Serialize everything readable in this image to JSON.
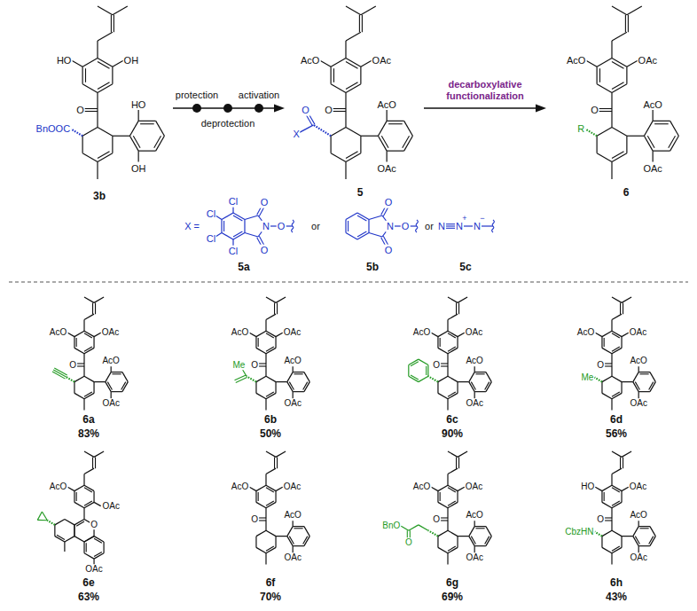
{
  "diagram": {
    "labels": [
      "HO",
      "OH",
      "O",
      "HO",
      "OH",
      "BnOOC",
      "3b",
      "protection",
      "activation",
      "deprotection",
      "AcO",
      "OAc",
      "O",
      "AcO",
      "OAc",
      "O",
      "X",
      "5",
      "decarboxylative functionalization",
      "AcO",
      "OAc",
      "O",
      "AcO",
      "OAc",
      "R",
      "6",
      "X =",
      "Cl",
      "Cl",
      "Cl",
      "Cl",
      "O",
      "O",
      "N",
      "O",
      "5a",
      "or",
      "O",
      "O",
      "N",
      "O",
      "5b",
      "or",
      "N",
      "N",
      "N",
      "+",
      "−",
      "5c",
      "AcO",
      "OAc",
      "O",
      "AcO",
      "OAc",
      "6a",
      "83%",
      "AcO",
      "OAc",
      "O",
      "AcO",
      "OAc",
      "Me",
      "6b",
      "50%",
      "AcO",
      "OAc",
      "O",
      "AcO",
      "OAc",
      "6c",
      "90%",
      "AcO",
      "OAc",
      "O",
      "AcO",
      "OAc",
      "Me",
      "6d",
      "56%",
      "AcO",
      "OAc",
      "O",
      "OAc",
      "6e",
      "63%",
      "AcO",
      "OAc",
      "O",
      "AcO",
      "OAc",
      "6f",
      "70%",
      "AcO",
      "OAc",
      "O",
      "AcO",
      "OAc",
      "BnO",
      "O",
      "6g",
      "69%",
      "HO",
      "OAc",
      "O",
      "AcO",
      "OAc",
      "CbzHN",
      "6h",
      "43%"
    ]
  }
}
